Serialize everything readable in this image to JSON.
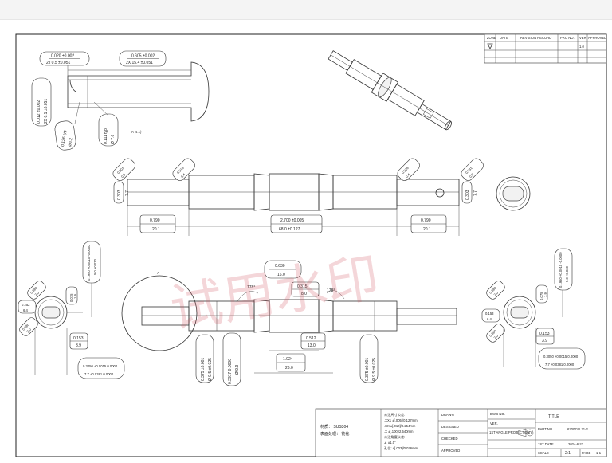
{
  "watermark": "试用水印",
  "revision_table": {
    "headers": [
      "ZONE",
      "DATE",
      "REVISION RECORD",
      "PRO NO.",
      "VER",
      "APPROVED"
    ],
    "version": "1.0"
  },
  "top_detail": {
    "flatness": "0.020 ±0.002",
    "flatness_sub": "2x   0.5 ±0.051",
    "length_in": "0.605 ±0.002",
    "length_mm": "2X  15.4 ±0.051",
    "width_in": "0.012 ±0.002",
    "width_mm": "2X  0.1 ±0.051",
    "chamfer1": "0.126 typ",
    "chamfer1_mm": "Ø3.2",
    "chamfer2": "0.111 typ",
    "chamfer2_mm": "Ø 7.6",
    "section_label": "A (4:1)"
  },
  "main_view": {
    "left_dia": "0.303",
    "left_dia_mm": "7.7",
    "right_dia": "0.303",
    "right_dia_mm": "7.7",
    "tol_tl": "0.001",
    "tol_tl_mm": "0.8",
    "tol_tr_left": "0.016",
    "tol_tr_left_mm": "0.4",
    "tol_tr2": "0.016",
    "tol_tr2_mm": "0.4",
    "tol_tr3": "0.031",
    "tol_tr3_mm": "0.8",
    "left_len": "0.790",
    "left_len_mm": "20.1",
    "total_len": "2.700 ±0.005",
    "total_len_mm": "68.0 ±0.127",
    "right_len": "0.790",
    "right_len_mm": "20.1"
  },
  "lower_view": {
    "detail_label": "A",
    "len_top": "0.630",
    "len_top_mm": "16.0",
    "len_mid": "0.315",
    "len_mid_mm": "8.0",
    "angle_left": "178°",
    "angle_right": "178°",
    "len_512": "0.512",
    "len_512_mm": "13.0",
    "len_1024": "1.024",
    "len_1024_mm": "26.0",
    "dia1": "0.375 ±0.001",
    "dia1_mm": "Ø 9.5 ±0.025",
    "dia2": "0.3917 0.0000",
    "dia2_mm": "Ø 9.9",
    "dia3": "0.375 ±0.001",
    "dia3_mm": "Ø 9.5 ±0.025"
  },
  "left_section": {
    "angle1": "0.080",
    "angle1_mm": "2.0",
    "angle2": "0.252",
    "angle2_mm": "6.4",
    "angle3": "0.080",
    "angle3_mm": "2.0",
    "vert_in": "0.1950 +0.0010 -0.0000",
    "vert_mm": "5.0 +0.030",
    "small": "0.075",
    "small_mm": "1.9",
    "width": "0.153",
    "width_mm": "3.9",
    "dia": "0.3050 +0.0015 0.0000",
    "dia_mm": "7.7 +0.0381 0.0000"
  },
  "right_section": {
    "angle1": "0.080",
    "angle1_mm": "2.0",
    "angle2": "0.153",
    "angle2_mm": "6.4",
    "angle3": "0.080",
    "angle3_mm": "2.0",
    "vert_in": "0.1950 +0.0010 -0.0000",
    "vert_mm": "5.0 +0.030",
    "small": "0.075",
    "small_mm": "1.9",
    "width": "0.153",
    "width_mm": "3.9",
    "dia": "0.3050 +0.0015 0.0000",
    "dia_mm": "7.7 +0.0381 0.0000"
  },
  "title_block": {
    "material": "材质：  SUS304",
    "treatment": "表面处理：  钝化",
    "tol_title": "未注尺寸公差:",
    "tol_line1": ".XX1 ±[.005]/0.127mm",
    "tol_line2": ".XX ±[.010]/0.254mm",
    "tol_line3": ".X ±[.100]/2.540mm",
    "tol_angle_title": "未注角度公差:",
    "tol_line4": "∠ ±1.0°",
    "tol_line5": "孔位: ±[.003]/0.076mm",
    "drawn": "DRAWN",
    "designed": "DESIGNED",
    "checked": "CHECKED",
    "approved": "APPROVED",
    "dwg_no": "DWG NO.",
    "ver": "VER.",
    "projection": "1ST ANGLE PROJECTION",
    "title_label": "TITLE",
    "part_no_label": "PART NO.",
    "part_no": "6200741 21-2",
    "date_label": "1ST DATE",
    "date": "2024-6-22",
    "scale_label": "SCALE",
    "scale": "2:1",
    "page_label": "PAGE",
    "page": "1-1"
  }
}
